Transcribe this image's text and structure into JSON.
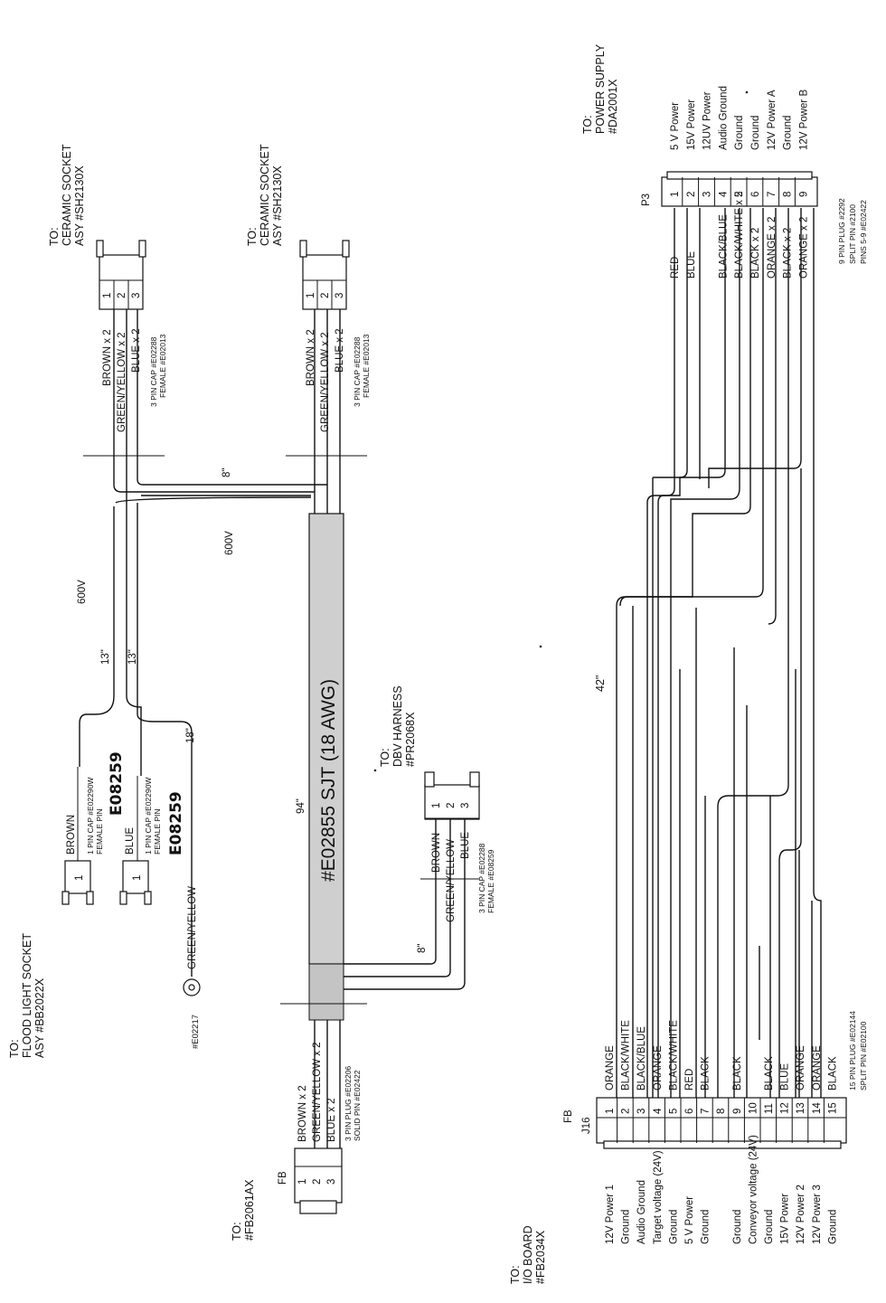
{
  "flood_socket": {
    "to": "TO:",
    "name": "FLOOD LIGHT SOCKET",
    "asy": "ASY #BB2022X"
  },
  "ceramic_socket_1": {
    "to": "TO:",
    "name": "CERAMIC SOCKET",
    "asy": "ASY #SH2130X"
  },
  "ceramic_socket_2": {
    "to": "TO:",
    "name": "CERAMIC SOCKET",
    "asy": "ASY #SH2130X"
  },
  "power_supply": {
    "to": "TO:",
    "name": "POWER SUPPLY",
    "part": "#DA2001X"
  },
  "dbv_harness": {
    "to": "TO:",
    "name": "DBV HARNESS",
    "part": "#PR2068X"
  },
  "fb2061": {
    "to": "TO:",
    "part": "#FB2061AX",
    "fb": "FB"
  },
  "io_board": {
    "to": "TO:",
    "name": "I/O BOARD",
    "part": "#FB2034X",
    "fb": "FB",
    "connector": "J16"
  },
  "p3_label": "P3",
  "cable": {
    "label": "#E02855 SJT (18 AWG)"
  },
  "voltage_600_left": "600V",
  "voltage_600_right": "600V",
  "len_13_a": "13\"",
  "len_13_b": "13\"",
  "len_18": "18\"",
  "len_8_top": "8\"",
  "len_8_dbv": "8\"",
  "len_94": "94\"",
  "len_42": "42\"",
  "brown_cap": {
    "wire": "BROWN",
    "pin": "1",
    "cap": "1 PIN CAP #E02290W",
    "female": "FEMALE PIN",
    "handwritten": "E08259"
  },
  "blue_cap": {
    "wire": "BLUE",
    "pin": "1",
    "cap": "1 PIN CAP #E02290W",
    "female": "FEMALE PIN",
    "handwritten": "E08259"
  },
  "ground_lug": {
    "wire": "GREEN/YELLOW",
    "part": "#E02217"
  },
  "socket1_cap": {
    "wires": [
      "BROWN x 2",
      "GREEN/YELLOW x 2",
      "BLUE x 2"
    ],
    "pins": [
      "1",
      "2",
      "3"
    ],
    "cap": "3 PIN CAP #E02288",
    "female": "FEMALE #E02013"
  },
  "socket2_cap": {
    "wires": [
      "BROWN x 2",
      "GREEN/YELLOW x 2",
      "BLUE x 2"
    ],
    "pins": [
      "1",
      "2",
      "3"
    ],
    "cap": "3 PIN CAP #E02288",
    "female": "FEMALE #E02013"
  },
  "dbv_cap": {
    "wires": [
      "BROWN",
      "GREEN/YELLOW",
      "BLUE"
    ],
    "pins": [
      "1",
      "2",
      "3"
    ],
    "cap": "3 PIN CAP #E02288",
    "female": "FEMALE #E08259"
  },
  "fb_plug": {
    "wires": [
      "BROWN x 2",
      "GREEN/YELLOW x 2",
      "BLUE x 2"
    ],
    "pins": [
      "1",
      "2",
      "3"
    ],
    "plug": "3 PIN PLUG #E02206",
    "pin": "SOLID PIN #E02422"
  },
  "p3": {
    "pins": [
      {
        "pin": "1",
        "signal": "5 V Power",
        "wire": "RED"
      },
      {
        "pin": "2",
        "signal": "15V Power",
        "wire": "BLUE"
      },
      {
        "pin": "3",
        "signal": "12UV Power",
        "wire": ""
      },
      {
        "pin": "4",
        "signal": "Audio Ground",
        "wire": "BLACK/BLUE"
      },
      {
        "pin": "5",
        "signal": "Ground",
        "wire": "BLACK/WHITE x 2"
      },
      {
        "pin": "6",
        "signal": "Ground",
        "wire": "BLACK x 2"
      },
      {
        "pin": "7",
        "signal": "12V Power A",
        "wire": "ORANGE x 2"
      },
      {
        "pin": "8",
        "signal": "Ground",
        "wire": "BLACK x 2"
      },
      {
        "pin": "9",
        "signal": "12V Power B",
        "wire": "ORANGE x 2"
      }
    ],
    "plug": "9 PIN PLUG #2292",
    "split": "SPLIT PIN #2100",
    "pins_note": "PINS 5-9 #E02422"
  },
  "j16": {
    "pins": [
      {
        "pin": "1",
        "signal": "12V Power 1",
        "wire": "ORANGE"
      },
      {
        "pin": "2",
        "signal": "Ground",
        "wire": "BLACK/WHITE"
      },
      {
        "pin": "3",
        "signal": "Audio Ground",
        "wire": "BLACK/BLUE"
      },
      {
        "pin": "4",
        "signal": "Target voltage (24V)",
        "wire": "ORANGE"
      },
      {
        "pin": "5",
        "signal": "Ground",
        "wire": "BLACK/WHITE"
      },
      {
        "pin": "6",
        "signal": "5 V Power",
        "wire": "RED"
      },
      {
        "pin": "7",
        "signal": "Ground",
        "wire": "BLACK"
      },
      {
        "pin": "8",
        "signal": "",
        "wire": ""
      },
      {
        "pin": "9",
        "signal": "Ground",
        "wire": "BLACK"
      },
      {
        "pin": "10",
        "signal": "Conveyor voltage (24V)",
        "wire": ""
      },
      {
        "pin": "11",
        "signal": "Ground",
        "wire": "BLACK"
      },
      {
        "pin": "12",
        "signal": "15V Power",
        "wire": "BLUE"
      },
      {
        "pin": "13",
        "signal": "12V Power 2",
        "wire": "ORANGE"
      },
      {
        "pin": "14",
        "signal": "12V Power 3",
        "wire": "ORANGE"
      },
      {
        "pin": "15",
        "signal": "Ground",
        "wire": "BLACK"
      }
    ],
    "plug": "15 PIN PLUG #E02144",
    "split": "SPLIT PIN #E02100"
  }
}
